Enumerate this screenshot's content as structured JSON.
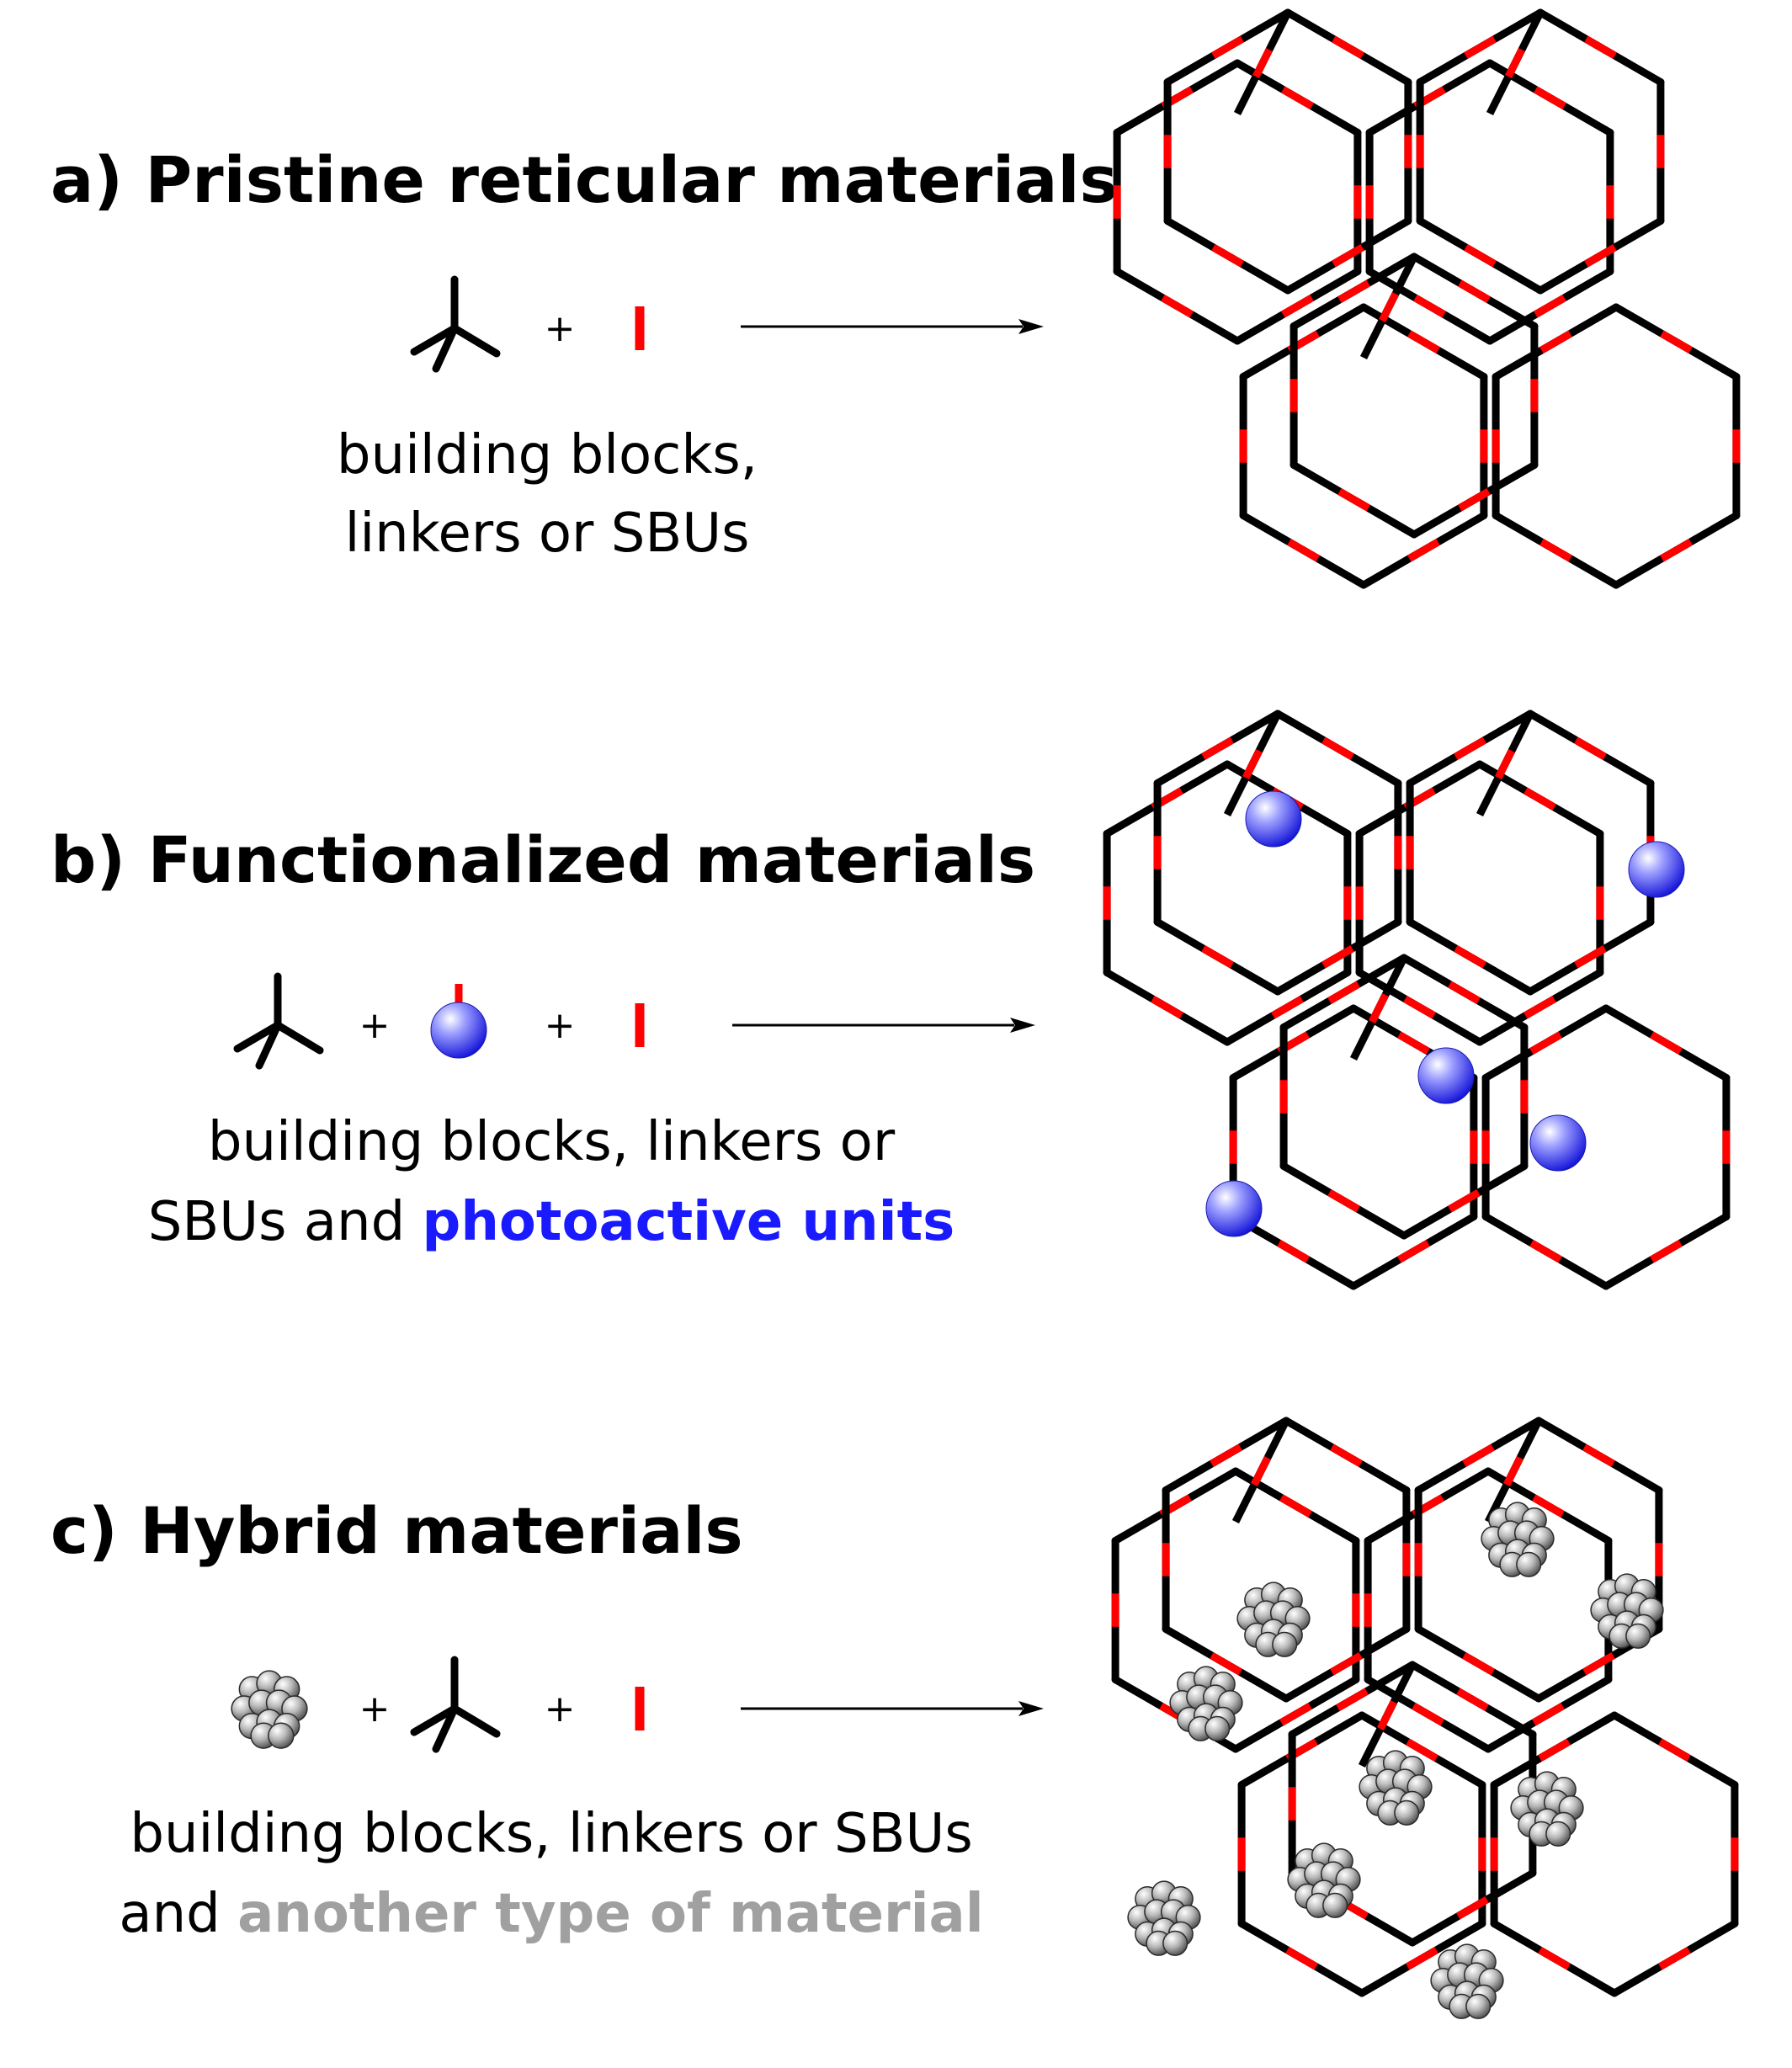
{
  "panels": [
    {
      "title": "a) Pristine reticular materials",
      "caption_lines": [
        [
          {
            "text": "building blocks,"
          }
        ],
        [
          {
            "text": "linkers or SBUs"
          }
        ]
      ],
      "reagents": [
        "tripod",
        "plus",
        "linker"
      ],
      "decorations": []
    },
    {
      "title": "b) Functionalized materials",
      "caption_lines": [
        [
          {
            "text": "building  blocks,  linkers  or"
          }
        ],
        [
          {
            "text": "SBUs and "
          },
          {
            "text": "photoactive units",
            "emphasis": "blue"
          }
        ]
      ],
      "reagents": [
        "tripod",
        "plus",
        "sphere",
        "plus",
        "linker"
      ],
      "decorations": [
        "sphere",
        "sphere",
        "sphere",
        "sphere",
        "sphere"
      ]
    },
    {
      "title": "c) Hybrid materials",
      "caption_lines": [
        [
          {
            "text": "building blocks, linkers or SBUs"
          }
        ],
        [
          {
            "text": "and "
          },
          {
            "text": "another type of material",
            "emphasis": "gray"
          }
        ]
      ],
      "reagents": [
        "cluster",
        "plus",
        "tripod",
        "plus",
        "linker"
      ],
      "decorations": [
        "cluster",
        "cluster",
        "cluster",
        "cluster",
        "cluster",
        "cluster",
        "cluster",
        "cluster",
        "cluster"
      ]
    }
  ],
  "plus_sign": "+",
  "colors": {
    "framework_node": "#000000",
    "framework_linker": "#ff0000",
    "photoactive_text": "#1a1aff",
    "material_text": "#a0a0a0",
    "sphere": "#3a3aff",
    "cluster": "#9a9a9a"
  }
}
